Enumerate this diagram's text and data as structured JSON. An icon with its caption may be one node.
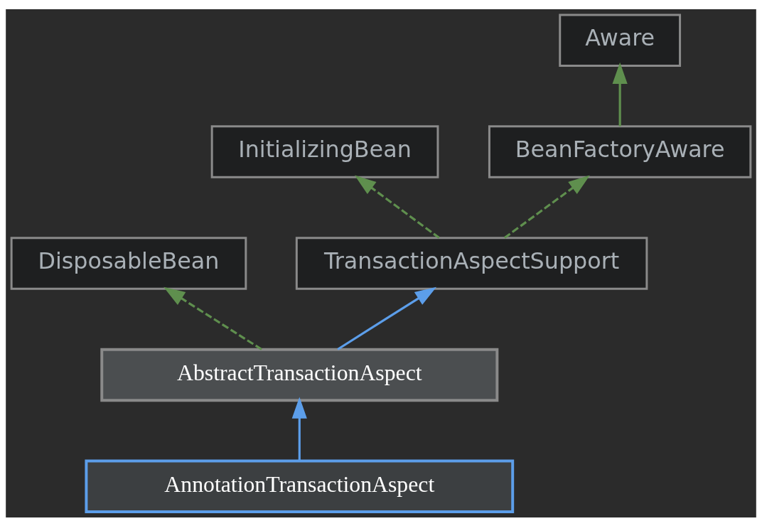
{
  "diagram": {
    "nodes": [
      {
        "text": [
          "Aware"
        ]
      },
      {
        "text": [
          "InitializingBean"
        ]
      },
      {
        "text": [
          "BeanFactoryAware"
        ]
      },
      {
        "text": [
          "DisposableBean"
        ]
      },
      {
        "text": [
          "TransactionAspectSupport"
        ]
      },
      {
        "text": [
          "AbstractTransactionAspect"
        ]
      },
      {
        "text": [
          "AnnotationTransactionAspect"
        ]
      }
    ],
    "edges": [
      {
        "from": 2,
        "to": 0,
        "arrow": "to"
      },
      {
        "from": 4,
        "to": 1,
        "arrow": "to",
        "style": "dashed"
      },
      {
        "from": 4,
        "to": 2,
        "arrow": "to",
        "style": "dashed"
      },
      {
        "from": 5,
        "to": 3,
        "arrow": "to",
        "style": "dashed"
      },
      {
        "from": 5,
        "to": 4,
        "arrow": "to",
        "color": "#5c9eea"
      },
      {
        "from": 6,
        "to": 5,
        "arrow": "to",
        "color": "#5c9eea"
      }
    ]
  }
}
